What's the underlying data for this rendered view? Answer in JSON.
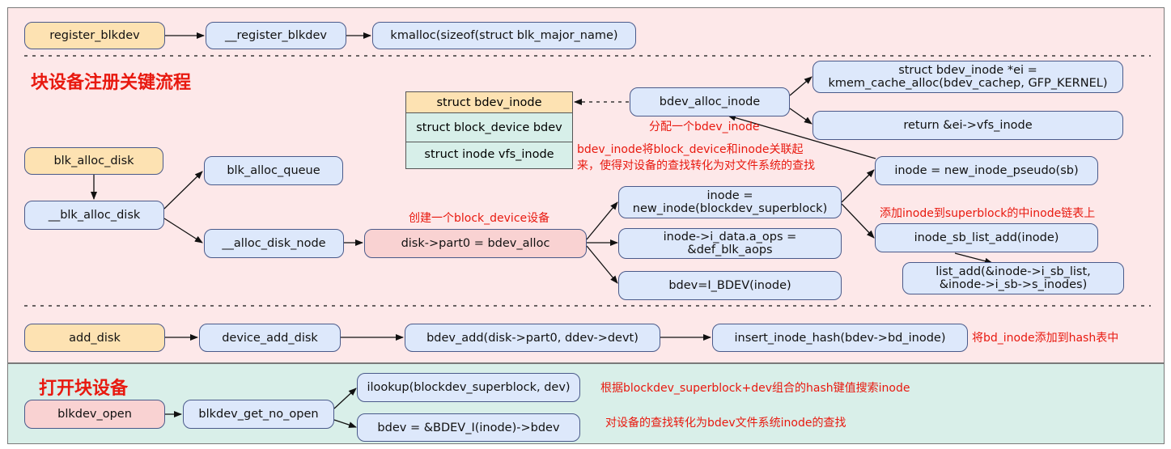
{
  "sections": {
    "register_title": "块设备注册关键流程",
    "open_title": "打开块设备"
  },
  "nodes": {
    "register_blkdev": "register_blkdev",
    "__register_blkdev": "__register_blkdev",
    "kmalloc": "kmalloc(sizeof(struct blk_major_name)",
    "bdev_alloc_inode": "bdev_alloc_inode",
    "kmem_cache_alloc_line1": "struct bdev_inode *ei =",
    "kmem_cache_alloc_line2": "kmem_cache_alloc(bdev_cachep, GFP_KERNEL)",
    "return_vfs_inode": "return &ei->vfs_inode",
    "blk_alloc_disk": "blk_alloc_disk",
    "__blk_alloc_disk": "__blk_alloc_disk",
    "blk_alloc_queue": "blk_alloc_queue",
    "__alloc_disk_node": "__alloc_disk_node",
    "bdev_alloc": "disk->part0 = bdev_alloc",
    "new_inode_line1": "inode =",
    "new_inode_line2": "new_inode(blockdev_superblock)",
    "i_data_line1": "inode->i_data.a_ops =",
    "i_data_line2": "&def_blk_aops",
    "bdev_i": "bdev=I_BDEV(inode)",
    "new_inode_pseudo": "inode = new_inode_pseudo(sb)",
    "inode_sb_list_add": "inode_sb_list_add(inode)",
    "list_add_line1": "list_add(&inode->i_sb_list,",
    "list_add_line2": "&inode->i_sb->s_inodes)",
    "add_disk": "add_disk",
    "device_add_disk": "device_add_disk",
    "bdev_add": "bdev_add(disk->part0, ddev->devt)",
    "insert_inode_hash": "insert_inode_hash(bdev->bd_inode)",
    "blkdev_open": "blkdev_open",
    "blkdev_get_no_open": "blkdev_get_no_open",
    "ilookup": "ilookup(blockdev_superblock, dev)",
    "bdev_from_inode": "bdev = &BDEV_I(inode)->bdev"
  },
  "bdev_inode_struct": {
    "header": "struct bdev_inode",
    "field1": "struct block_device bdev",
    "field2": "struct inode vfs_inode"
  },
  "notes": {
    "alloc_bdev_inode": "分配一个bdev_inode",
    "associate_line1": "bdev_inode将block_device和inode关联起",
    "associate_line2": "来，使得对设备的查找转化为对文件系统的查找",
    "create_block_device": "创建一个block_device设备",
    "add_to_superblock": "添加inode到superblock的中inode链表上",
    "add_to_hash": "将bd_inode添加到hash表中",
    "hash_lookup": "根据blockdev_superblock+dev组合的hash键值搜索inode",
    "lookup_to_fs": "对设备的查找转化为bdev文件系统inode的查找"
  },
  "colors": {
    "start_node": "#fde2b2",
    "process_node": "#dde8fb",
    "highlight_node": "#f9d2d2",
    "register_panel": "#fde8e9",
    "open_panel": "#d9efe9",
    "annotation": "#e8190f"
  }
}
